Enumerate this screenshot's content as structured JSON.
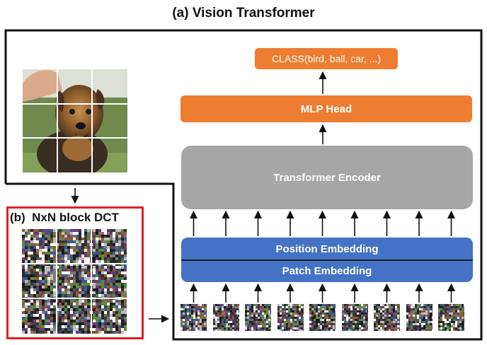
{
  "title": "(a) Vision Transformer",
  "class_box": "CLASS(bird, ball, car, ...)",
  "mlp_head": "MLP Head",
  "transformer_encoder": "Transformer Encoder",
  "position_embedding": "Position Embedding",
  "patch_embedding": "Patch Embedding",
  "dct_label": "(b)  NxN block DCT",
  "colors": {
    "orange": "#ed7d31",
    "gray": "#a6a6a6",
    "blue": "#4472c4",
    "red_frame": "#e02020"
  },
  "patch_count": 9,
  "images": {
    "input": "dog-photo-3x3-grid",
    "dct": "dct-noise-3x3-grid"
  }
}
